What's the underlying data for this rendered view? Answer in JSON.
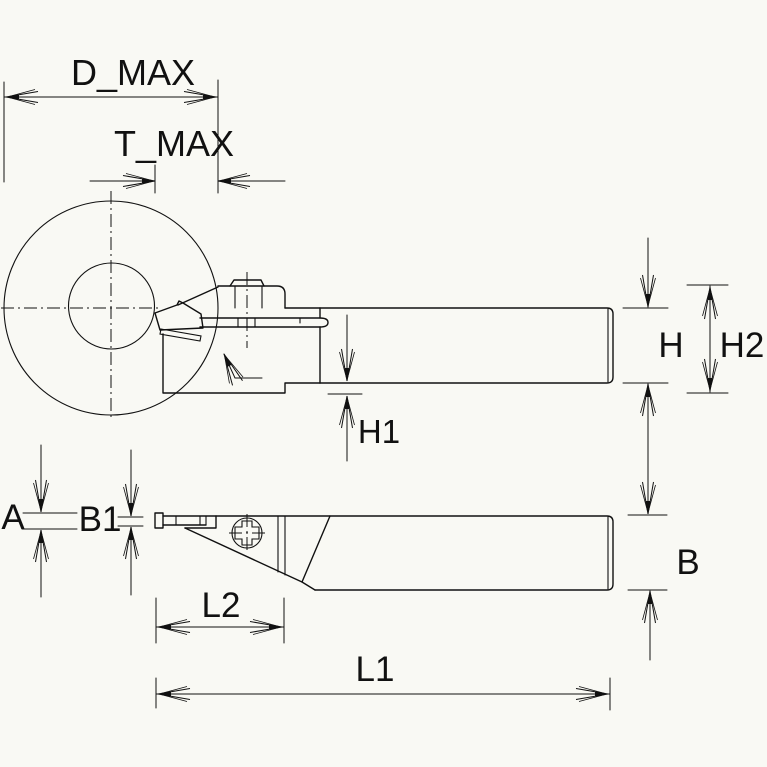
{
  "drawing": {
    "description": "Technical drawing of a face grooving tool holder, side view with workpiece circle and top view",
    "colors": {
      "background": "#f9f9f4",
      "line": "#111111"
    }
  },
  "labels": {
    "d_max": "D_MAX",
    "t_max": "T_MAX",
    "h": "H",
    "h2": "H2",
    "h1": "H1",
    "a": "A",
    "b1": "B1",
    "b": "B",
    "l2": "L2",
    "l1": "L1"
  }
}
